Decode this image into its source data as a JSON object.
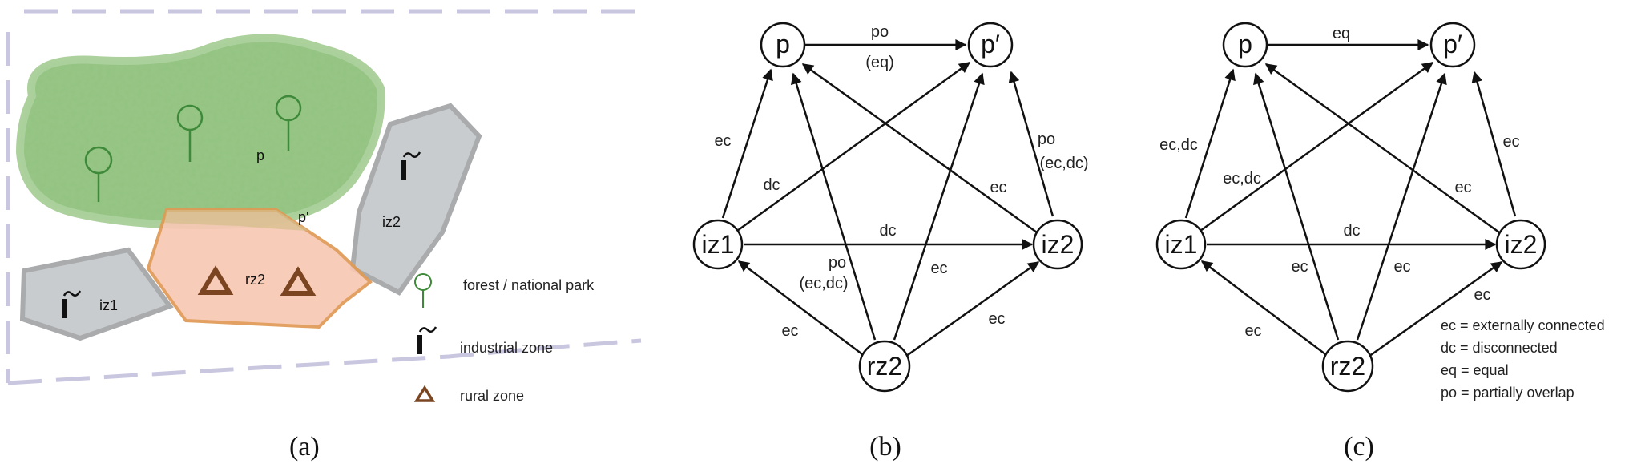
{
  "panels": {
    "a": "(a)",
    "b": "(b)",
    "c": "(c)"
  },
  "map": {
    "labels": {
      "p": "p",
      "p_prime": "p'",
      "iz1": "iz1",
      "iz2": "iz2",
      "rz2": "rz2"
    },
    "legend": {
      "forest": "forest / national park",
      "industrial": "industrial zone",
      "rural": "rural zone"
    },
    "colors": {
      "forest": "#6aaa55",
      "industrial": "#c9ccce",
      "rural": "#f7c8b4",
      "rural_border": "#e09a55",
      "boundary": "#c9c6e0"
    }
  },
  "graph_b": {
    "nodes": [
      "p",
      "p′",
      "iz1",
      "iz2",
      "rz2"
    ],
    "edge_labels": {
      "p_pp_1": "po",
      "p_pp_2": "(eq)",
      "iz1_p": "ec",
      "iz1_pp": "dc",
      "iz2_pp_1": "po",
      "iz2_pp_2": "(ec,dc)",
      "iz2_p": "ec",
      "iz1_iz2": "dc",
      "rz2_p_1": "po",
      "rz2_p_2": "(ec,dc)",
      "rz2_pp": "ec",
      "rz2_iz1": "ec",
      "rz2_iz2": "ec"
    }
  },
  "graph_c": {
    "nodes": [
      "p",
      "p′",
      "iz1",
      "iz2",
      "rz2"
    ],
    "edge_labels": {
      "p_pp": "eq",
      "iz1_p": "ec,dc",
      "iz1_pp": "ec,dc",
      "iz2_pp": "ec",
      "iz2_p": "ec",
      "iz1_iz2": "dc",
      "rz2_p": "ec",
      "rz2_pp": "ec",
      "rz2_iz1": "ec",
      "rz2_iz2": "ec"
    },
    "legend": [
      "ec = externally connected",
      "dc = disconnected",
      "eq = equal",
      "po = partially overlap"
    ]
  }
}
